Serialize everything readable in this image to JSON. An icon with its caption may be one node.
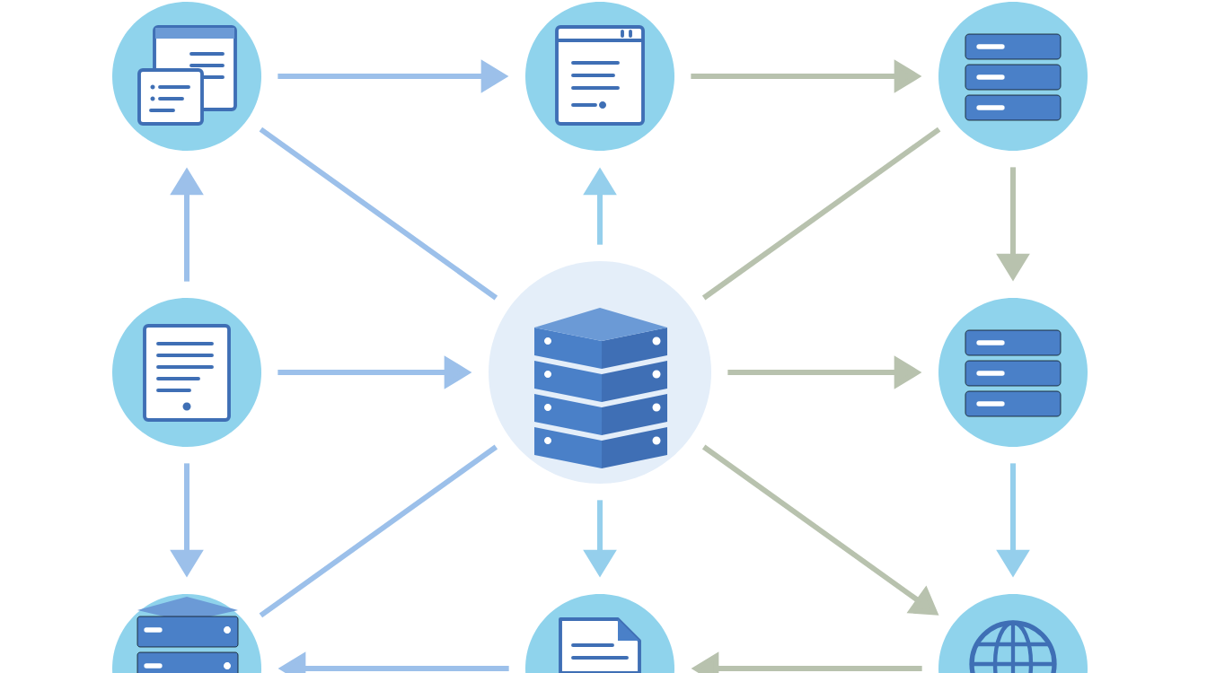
{
  "diagram": {
    "nodes": [
      {
        "text": [],
        "shape": "circle"
      },
      {
        "text": [],
        "shape": "circle"
      },
      {
        "text": [],
        "shape": "circle"
      },
      {
        "text": [],
        "shape": "circle"
      },
      {
        "text": [],
        "shape": "circle"
      },
      {
        "text": [],
        "shape": "circle"
      },
      {
        "text": [],
        "shape": "circle"
      },
      {
        "text": [],
        "shape": "circle"
      },
      {
        "text": [],
        "shape": "circle"
      }
    ],
    "edges": [
      {
        "from": 0,
        "to": 1,
        "arrow": "to"
      },
      {
        "from": 1,
        "to": 2,
        "arrow": "to",
        "color": "#b8c2ae"
      },
      {
        "from": 3,
        "to": 0,
        "arrow": "to"
      },
      {
        "from": 0,
        "to": 4,
        "arrow": "none"
      },
      {
        "from": 4,
        "to": 1,
        "arrow": "to",
        "color": "#95cfec"
      },
      {
        "from": 2,
        "to": 4,
        "arrow": "none",
        "color": "#b8c2ae"
      },
      {
        "from": 2,
        "to": 5,
        "arrow": "to",
        "color": "#b8c2ae"
      },
      {
        "from": 3,
        "to": 4,
        "arrow": "to"
      },
      {
        "from": 4,
        "to": 5,
        "arrow": "to",
        "color": "#b8c2ae"
      },
      {
        "from": 3,
        "to": 6,
        "arrow": "to"
      },
      {
        "from": 6,
        "to": 4,
        "arrow": "none"
      },
      {
        "from": 4,
        "to": 7,
        "arrow": "to",
        "color": "#95cfec"
      },
      {
        "from": 4,
        "to": 8,
        "arrow": "to",
        "color": "#b8c2ae"
      },
      {
        "from": 5,
        "to": 8,
        "arrow": "to",
        "color": "#95cfec"
      },
      {
        "from": 7,
        "to": 6,
        "arrow": "to"
      },
      {
        "from": 8,
        "to": 7,
        "arrow": "to",
        "color": "#b8c2ae"
      }
    ]
  }
}
